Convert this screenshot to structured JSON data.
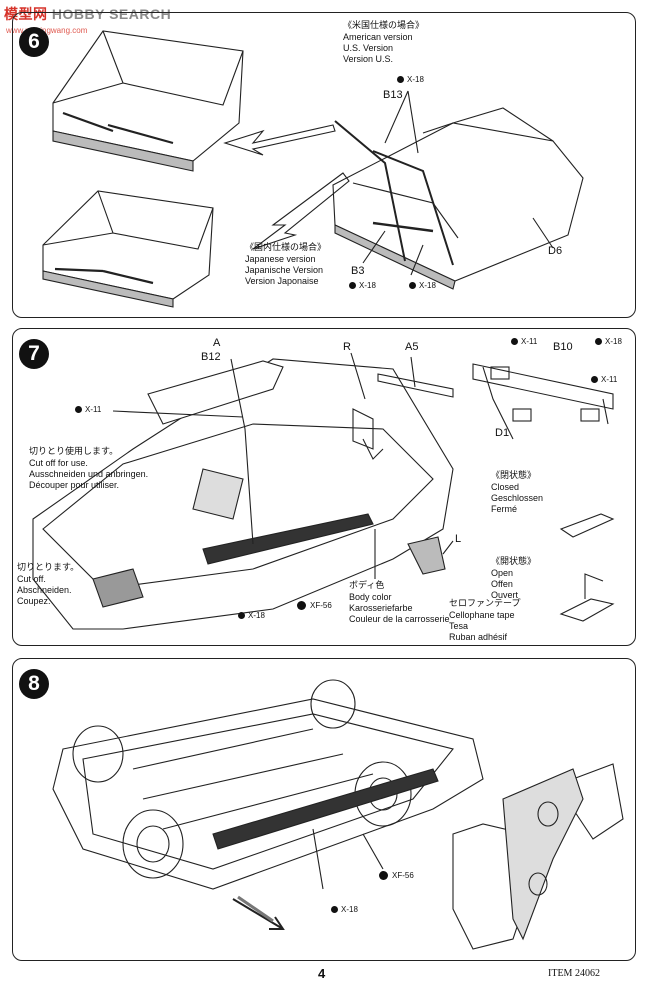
{
  "watermark": {
    "cn": "模型网",
    "en": "HOBBY SEARCH",
    "url": "www.moxingwang.com"
  },
  "steps": {
    "s6": {
      "label": "6"
    },
    "s7": {
      "label": "7"
    },
    "s8": {
      "label": "8"
    }
  },
  "s6": {
    "american": [
      "《米国仕様の場合》",
      "American version",
      "U.S. Version",
      "Version U.S."
    ],
    "japanese": [
      "《国内仕様の場合》",
      "Japanese version",
      "Japanische Version",
      "Version Japonaise"
    ],
    "parts": {
      "b13": "B13",
      "b3": "B3",
      "d6": "D6"
    },
    "screws": {
      "x18a": "X-18",
      "x18b": "X-18",
      "x18c": "X-18"
    }
  },
  "s7": {
    "cut_use": [
      "切りとり使用します。",
      "Cut off for use.",
      "Ausschneiden und anbringen.",
      "Découper pour utiliser."
    ],
    "cut_off": [
      "切りとります。",
      "Cut off.",
      "Abschneiden.",
      "Coupez."
    ],
    "body_color": [
      "ボディ色",
      "Body color",
      "Karosseriefarbe",
      "Couleur de la carrosserie"
    ],
    "cellophane": [
      "セロファンテープ",
      "Cellophane tape",
      "Tesa",
      "Ruban adhésif"
    ],
    "closed": [
      "《閉状態》",
      "Closed",
      "Geschlossen",
      "Fermé"
    ],
    "open": [
      "《開状態》",
      "Open",
      "Offen",
      "Ouvert"
    ],
    "parts": {
      "a": "A",
      "b12": "B12",
      "r": "R",
      "a5": "A5",
      "l": "L",
      "b10": "B10",
      "d1": "D1"
    },
    "screws": {
      "x11a": "X-11",
      "x11b": "X-11",
      "x11c": "X-11",
      "x18a": "X-18",
      "x18b": "X-18"
    },
    "paints": {
      "xf56": "XF-56"
    }
  },
  "s8": {
    "paints": {
      "xf56": "XF-56"
    },
    "screws": {
      "x18": "X-18"
    }
  },
  "footer": {
    "page": "4",
    "item": "ITEM 24062"
  }
}
